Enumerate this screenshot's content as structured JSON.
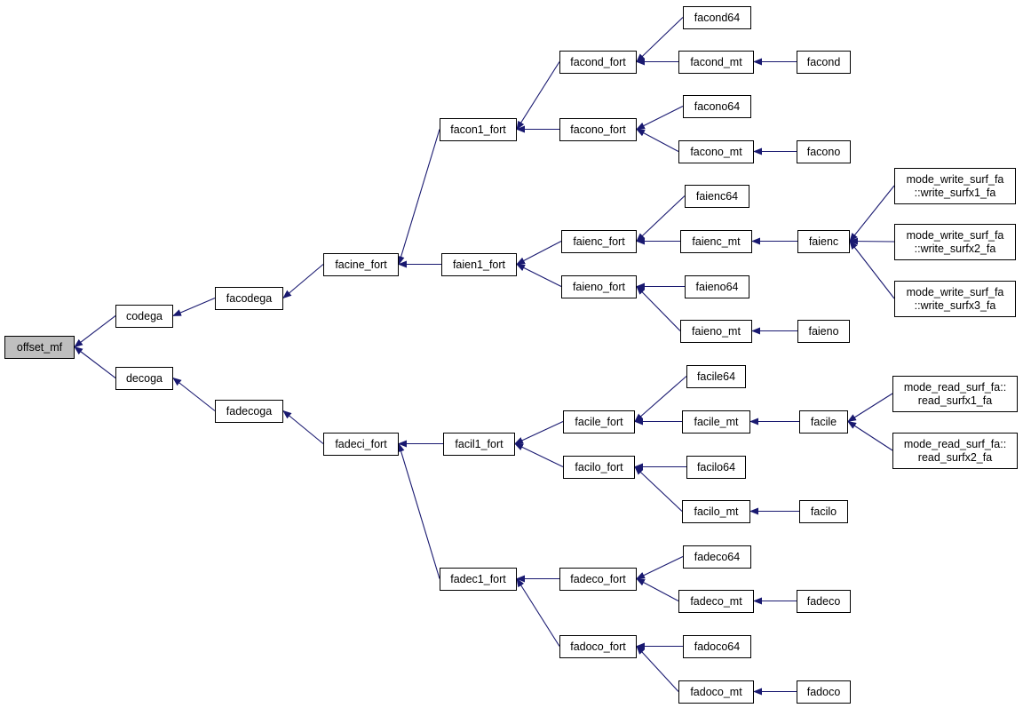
{
  "graph": {
    "root": "offset_mf",
    "colors": {
      "edge": "#191970",
      "root_fill": "#bfbfbf",
      "node_fill": "#ffffff",
      "node_border": "#000000"
    },
    "nodes": [
      {
        "id": "offset_mf",
        "lines": [
          "offset_mf"
        ]
      },
      {
        "id": "codega",
        "lines": [
          "codega"
        ]
      },
      {
        "id": "decoga",
        "lines": [
          "decoga"
        ]
      },
      {
        "id": "facodega",
        "lines": [
          "facodega"
        ]
      },
      {
        "id": "fadecoga",
        "lines": [
          "fadecoga"
        ]
      },
      {
        "id": "facine_fort",
        "lines": [
          "facine_fort"
        ]
      },
      {
        "id": "fadeci_fort",
        "lines": [
          "fadeci_fort"
        ]
      },
      {
        "id": "facon1_fort",
        "lines": [
          "facon1_fort"
        ]
      },
      {
        "id": "faien1_fort",
        "lines": [
          "faien1_fort"
        ]
      },
      {
        "id": "facil1_fort",
        "lines": [
          "facil1_fort"
        ]
      },
      {
        "id": "fadec1_fort",
        "lines": [
          "fadec1_fort"
        ]
      },
      {
        "id": "facond_fort",
        "lines": [
          "facond_fort"
        ]
      },
      {
        "id": "facono_fort",
        "lines": [
          "facono_fort"
        ]
      },
      {
        "id": "faienc_fort",
        "lines": [
          "faienc_fort"
        ]
      },
      {
        "id": "faieno_fort",
        "lines": [
          "faieno_fort"
        ]
      },
      {
        "id": "facile_fort",
        "lines": [
          "facile_fort"
        ]
      },
      {
        "id": "facilo_fort",
        "lines": [
          "facilo_fort"
        ]
      },
      {
        "id": "fadeco_fort",
        "lines": [
          "fadeco_fort"
        ]
      },
      {
        "id": "fadoco_fort",
        "lines": [
          "fadoco_fort"
        ]
      },
      {
        "id": "facond64",
        "lines": [
          "facond64"
        ]
      },
      {
        "id": "facond_mt",
        "lines": [
          "facond_mt"
        ]
      },
      {
        "id": "facono64",
        "lines": [
          "facono64"
        ]
      },
      {
        "id": "facono_mt",
        "lines": [
          "facono_mt"
        ]
      },
      {
        "id": "faienc64",
        "lines": [
          "faienc64"
        ]
      },
      {
        "id": "faienc_mt",
        "lines": [
          "faienc_mt"
        ]
      },
      {
        "id": "faieno64",
        "lines": [
          "faieno64"
        ]
      },
      {
        "id": "faieno_mt",
        "lines": [
          "faieno_mt"
        ]
      },
      {
        "id": "facile64",
        "lines": [
          "facile64"
        ]
      },
      {
        "id": "facile_mt",
        "lines": [
          "facile_mt"
        ]
      },
      {
        "id": "facilo64",
        "lines": [
          "facilo64"
        ]
      },
      {
        "id": "facilo_mt",
        "lines": [
          "facilo_mt"
        ]
      },
      {
        "id": "fadeco64",
        "lines": [
          "fadeco64"
        ]
      },
      {
        "id": "fadeco_mt",
        "lines": [
          "fadeco_mt"
        ]
      },
      {
        "id": "fadoco64",
        "lines": [
          "fadoco64"
        ]
      },
      {
        "id": "fadoco_mt",
        "lines": [
          "fadoco_mt"
        ]
      },
      {
        "id": "facond",
        "lines": [
          "facond"
        ]
      },
      {
        "id": "facono",
        "lines": [
          "facono"
        ]
      },
      {
        "id": "faienc",
        "lines": [
          "faienc"
        ]
      },
      {
        "id": "faieno",
        "lines": [
          "faieno"
        ]
      },
      {
        "id": "facile",
        "lines": [
          "facile"
        ]
      },
      {
        "id": "facilo",
        "lines": [
          "facilo"
        ]
      },
      {
        "id": "fadeco",
        "lines": [
          "fadeco"
        ]
      },
      {
        "id": "fadoco",
        "lines": [
          "fadoco"
        ]
      },
      {
        "id": "wsurfx1",
        "lines": [
          "mode_write_surf_fa",
          "::write_surfx1_fa"
        ]
      },
      {
        "id": "wsurfx2",
        "lines": [
          "mode_write_surf_fa",
          "::write_surfx2_fa"
        ]
      },
      {
        "id": "wsurfx3",
        "lines": [
          "mode_write_surf_fa",
          "::write_surfx3_fa"
        ]
      },
      {
        "id": "rsurfx1",
        "lines": [
          "mode_read_surf_fa::",
          "read_surfx1_fa"
        ]
      },
      {
        "id": "rsurfx2",
        "lines": [
          "mode_read_surf_fa::",
          "read_surfx2_fa"
        ]
      }
    ],
    "edges": [
      [
        "codega",
        "offset_mf"
      ],
      [
        "decoga",
        "offset_mf"
      ],
      [
        "facodega",
        "codega"
      ],
      [
        "fadecoga",
        "decoga"
      ],
      [
        "facine_fort",
        "facodega"
      ],
      [
        "fadeci_fort",
        "fadecoga"
      ],
      [
        "facon1_fort",
        "facine_fort"
      ],
      [
        "faien1_fort",
        "facine_fort"
      ],
      [
        "facil1_fort",
        "fadeci_fort"
      ],
      [
        "fadec1_fort",
        "fadeci_fort"
      ],
      [
        "facond_fort",
        "facon1_fort"
      ],
      [
        "facono_fort",
        "facon1_fort"
      ],
      [
        "faienc_fort",
        "faien1_fort"
      ],
      [
        "faieno_fort",
        "faien1_fort"
      ],
      [
        "facile_fort",
        "facil1_fort"
      ],
      [
        "facilo_fort",
        "facil1_fort"
      ],
      [
        "fadeco_fort",
        "fadec1_fort"
      ],
      [
        "fadoco_fort",
        "fadec1_fort"
      ],
      [
        "facond64",
        "facond_fort"
      ],
      [
        "facond_mt",
        "facond_fort"
      ],
      [
        "facono64",
        "facono_fort"
      ],
      [
        "facono_mt",
        "facono_fort"
      ],
      [
        "faienc64",
        "faienc_fort"
      ],
      [
        "faienc_mt",
        "faienc_fort"
      ],
      [
        "faieno64",
        "faieno_fort"
      ],
      [
        "faieno_mt",
        "faieno_fort"
      ],
      [
        "facile64",
        "facile_fort"
      ],
      [
        "facile_mt",
        "facile_fort"
      ],
      [
        "facilo64",
        "facilo_fort"
      ],
      [
        "facilo_mt",
        "facilo_fort"
      ],
      [
        "fadeco64",
        "fadeco_fort"
      ],
      [
        "fadeco_mt",
        "fadeco_fort"
      ],
      [
        "fadoco64",
        "fadoco_fort"
      ],
      [
        "fadoco_mt",
        "fadoco_fort"
      ],
      [
        "facond",
        "facond_mt"
      ],
      [
        "facono",
        "facono_mt"
      ],
      [
        "faienc",
        "faienc_mt"
      ],
      [
        "faieno",
        "faieno_mt"
      ],
      [
        "facile",
        "facile_mt"
      ],
      [
        "facilo",
        "facilo_mt"
      ],
      [
        "fadeco",
        "fadeco_mt"
      ],
      [
        "fadoco",
        "fadoco_mt"
      ],
      [
        "wsurfx1",
        "faienc"
      ],
      [
        "wsurfx2",
        "faienc"
      ],
      [
        "wsurfx3",
        "faienc"
      ],
      [
        "rsurfx1",
        "facile"
      ],
      [
        "rsurfx2",
        "facile"
      ]
    ]
  }
}
